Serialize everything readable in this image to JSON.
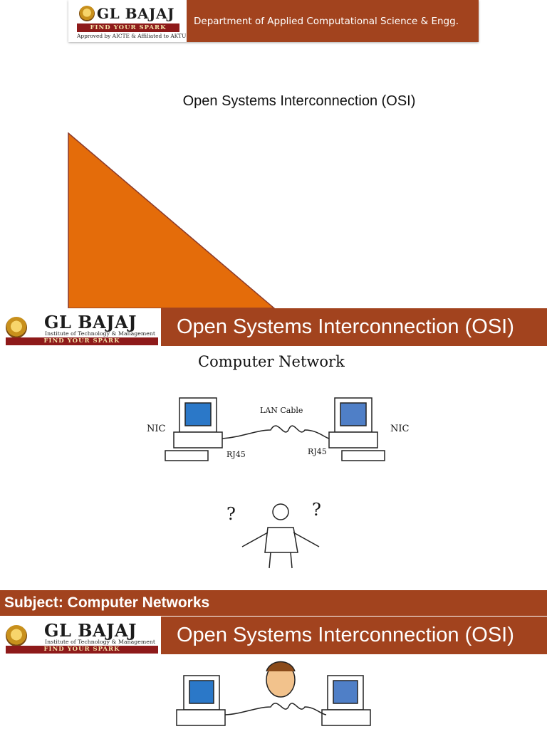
{
  "slide1": {
    "logo": {
      "name": "GL BAJAJ",
      "tagline": "FIND YOUR SPARK",
      "approval": "Approved by AICTE & Affiliated to AKTU"
    },
    "department": "Department of Applied Computational Science & Engg.",
    "title": "Open Systems Interconnection (OSI)"
  },
  "slide2": {
    "logo": {
      "name": "GL BAJAJ",
      "institute": "Institute of Technology & Management",
      "tagline": "FIND YOUR SPARK"
    },
    "title": "Open Systems Interconnection (OSI)",
    "diagram": {
      "heading": "Computer Network",
      "cable_label": "LAN Cable",
      "nic_left": "NIC",
      "nic_right": "NIC",
      "port_left": "RJ45",
      "port_right": "RJ45"
    }
  },
  "subject": "Subject: Computer Networks",
  "slide3": {
    "logo": {
      "name": "GL BAJAJ",
      "institute": "Institute of Technology & Management",
      "tagline": "FIND YOUR SPARK"
    },
    "title": "Open Systems Interconnection (OSI)"
  },
  "colors": {
    "band": "#a2431e",
    "triangle_fill": "#e46c0a",
    "triangle_stroke": "#8b3a2b",
    "spark_band": "#8e1a1a"
  }
}
